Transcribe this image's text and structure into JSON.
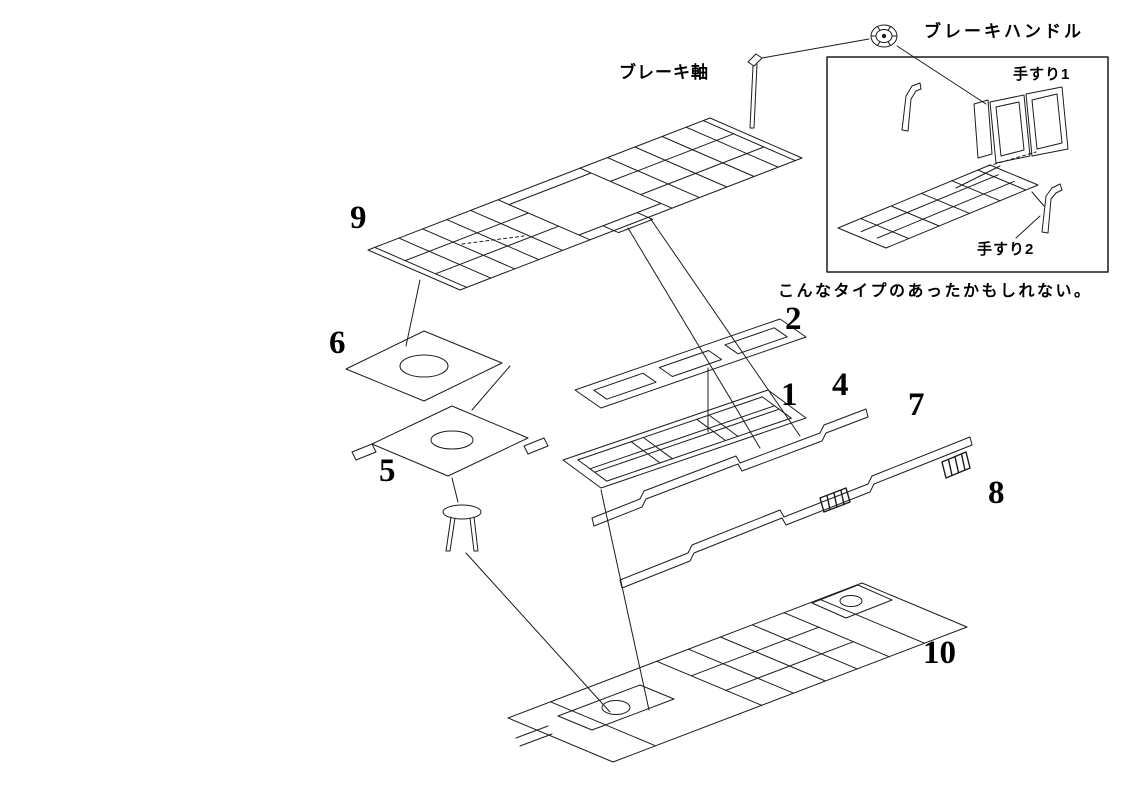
{
  "diagram": {
    "annotations": {
      "brake_handle": "ブレーキハンドル",
      "brake_shaft": "ブレーキ軸",
      "handrail_1": "手すり1",
      "handrail_2": "手すり2",
      "variant_note": "こんなタイプのあったかもしれない。"
    },
    "part_numbers": [
      {
        "id": "part-9",
        "label": "9"
      },
      {
        "id": "part-6",
        "label": "6"
      },
      {
        "id": "part-5",
        "label": "5"
      },
      {
        "id": "part-2",
        "label": "2"
      },
      {
        "id": "part-1",
        "label": "1"
      },
      {
        "id": "part-4",
        "label": "4"
      },
      {
        "id": "part-7",
        "label": "7"
      },
      {
        "id": "part-8",
        "label": "8"
      },
      {
        "id": "part-10",
        "label": "10"
      }
    ],
    "icons": [
      {
        "name": "brake-handle-wheel-icon",
        "meaning": "brake handwheel"
      }
    ],
    "colors": {
      "line": "#1c1c1c",
      "background": "#ffffff"
    }
  }
}
